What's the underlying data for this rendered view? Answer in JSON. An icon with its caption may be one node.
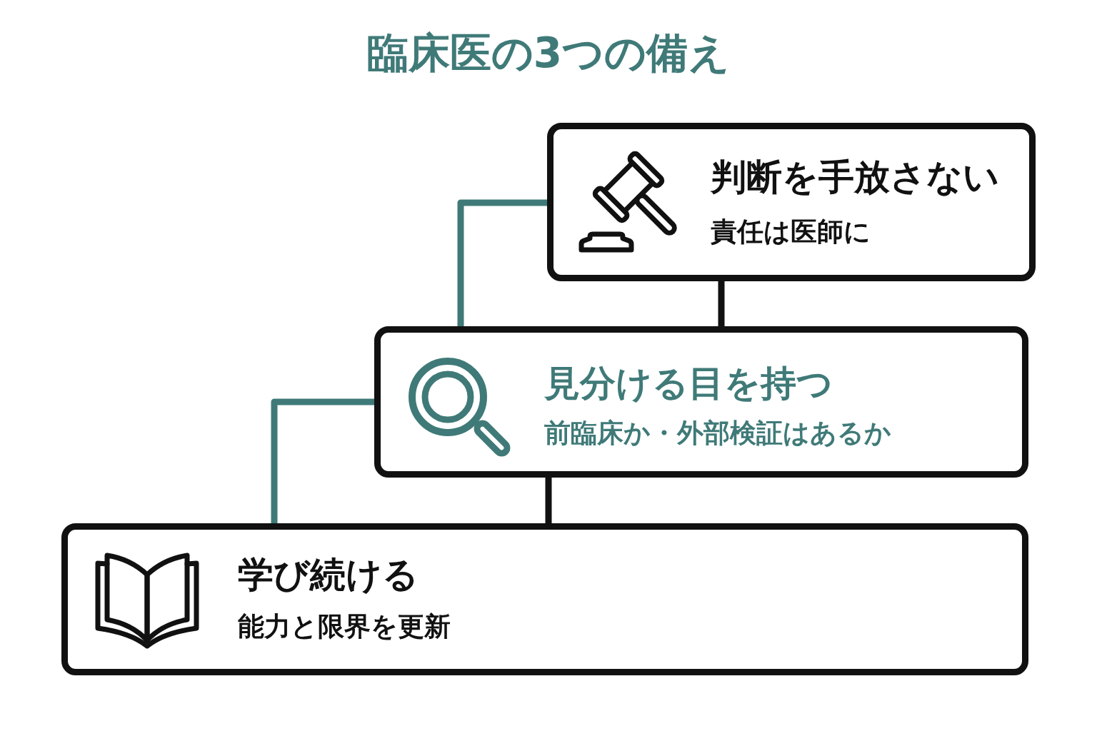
{
  "diagram": {
    "title": "臨床医の3つの備え",
    "nodes": [
      {
        "text": [
          "判断を手放さない",
          "責任は医師に"
        ]
      },
      {
        "text": [
          "見分ける目を持つ",
          "前臨床か・外部検証はあるか"
        ]
      },
      {
        "text": [
          "学び続ける",
          "能力と限界を更新"
        ]
      }
    ],
    "edges": [
      {
        "from": 0,
        "to": 1,
        "arrow": "none"
      },
      {
        "from": 0,
        "to": 1,
        "arrow": "none",
        "color": "#3f7a78"
      },
      {
        "from": 1,
        "to": 2,
        "arrow": "none"
      },
      {
        "from": 1,
        "to": 2,
        "arrow": "none",
        "color": "#3f7a78"
      }
    ]
  }
}
